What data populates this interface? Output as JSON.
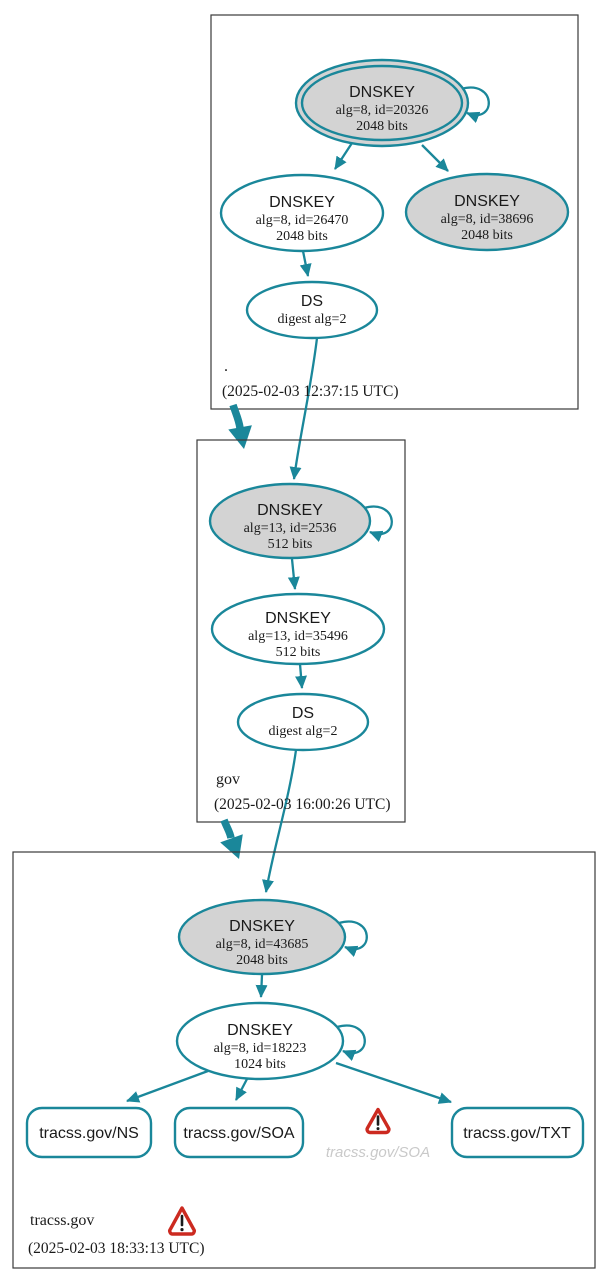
{
  "diagram": {
    "kind": "dnssec-authentication-chain",
    "colors": {
      "secure_edge": "#1a879a",
      "ksk_fill": "#d3d3d3",
      "node_fill": "#ffffff",
      "zone_border": "#3a3a3a",
      "warning_red": "#cc2a20",
      "ghost_text_gray": "#c9c9c9"
    },
    "icons": {
      "warning": "warning-triangle-icon"
    }
  },
  "zones": {
    "root": {
      "label": ".",
      "timestamp": "(2025-02-03 12:37:15 UTC)",
      "ksk": {
        "type": "DNSKEY",
        "alg": "alg=8, id=20326",
        "bits": "2048 bits"
      },
      "zsk": {
        "type": "DNSKEY",
        "alg": "alg=8, id=26470",
        "bits": "2048 bits"
      },
      "key2": {
        "type": "DNSKEY",
        "alg": "alg=8, id=38696",
        "bits": "2048 bits"
      },
      "ds": {
        "type": "DS",
        "digest": "digest alg=2"
      }
    },
    "gov": {
      "label": "gov",
      "timestamp": "(2025-02-03 16:00:26 UTC)",
      "ksk": {
        "type": "DNSKEY",
        "alg": "alg=13, id=2536",
        "bits": "512 bits"
      },
      "zsk": {
        "type": "DNSKEY",
        "alg": "alg=13, id=35496",
        "bits": "512 bits"
      },
      "ds": {
        "type": "DS",
        "digest": "digest alg=2"
      }
    },
    "tracss": {
      "label": "tracss.gov",
      "timestamp": "(2025-02-03 18:33:13 UTC)",
      "ksk": {
        "type": "DNSKEY",
        "alg": "alg=8, id=43685",
        "bits": "2048 bits"
      },
      "zsk": {
        "type": "DNSKEY",
        "alg": "alg=8, id=18223",
        "bits": "1024 bits"
      },
      "rrsets": {
        "ns": {
          "label": "tracss.gov/NS"
        },
        "soa": {
          "label": "tracss.gov/SOA"
        },
        "soa_warn": {
          "label": "tracss.gov/SOA"
        },
        "txt": {
          "label": "tracss.gov/TXT"
        }
      }
    }
  }
}
